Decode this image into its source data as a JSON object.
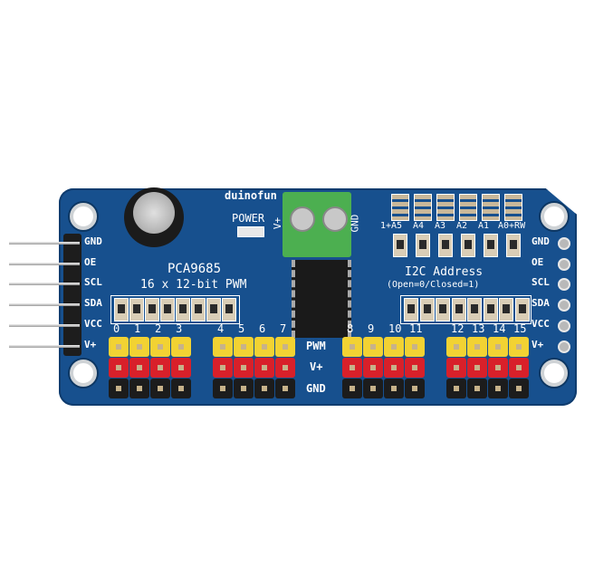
{
  "board": {
    "brand": "duinofun",
    "chip_name": "PCA9685",
    "subtitle": "16 x 12-bit PWM",
    "power_label": "POWER",
    "terminal_labels": [
      "V+",
      "GND"
    ],
    "left_pins": [
      "GND",
      "OE",
      "SCL",
      "SDA",
      "VCC",
      "V+"
    ],
    "right_pins": [
      "GND",
      "OE",
      "SCL",
      "SDA",
      "VCC",
      "V+"
    ],
    "address_labels": [
      "1+A5",
      "A4",
      "A3",
      "A2",
      "A1",
      "A0+RW"
    ],
    "address_title": "I2C Address",
    "address_note": "(Open=0/Closed=1)",
    "row_labels": [
      "PWM",
      "V+",
      "GND"
    ],
    "channels": [
      "0",
      "1",
      "2",
      "3",
      "4",
      "5",
      "6",
      "7",
      "8",
      "9",
      "10",
      "11",
      "12",
      "13",
      "14",
      "15"
    ],
    "colors": {
      "pcb": "#17508e",
      "pwm_header": "#f2d233",
      "vplus_header": "#d8202a",
      "gnd_header": "#1c1c1c",
      "terminal": "#4caf50"
    }
  }
}
